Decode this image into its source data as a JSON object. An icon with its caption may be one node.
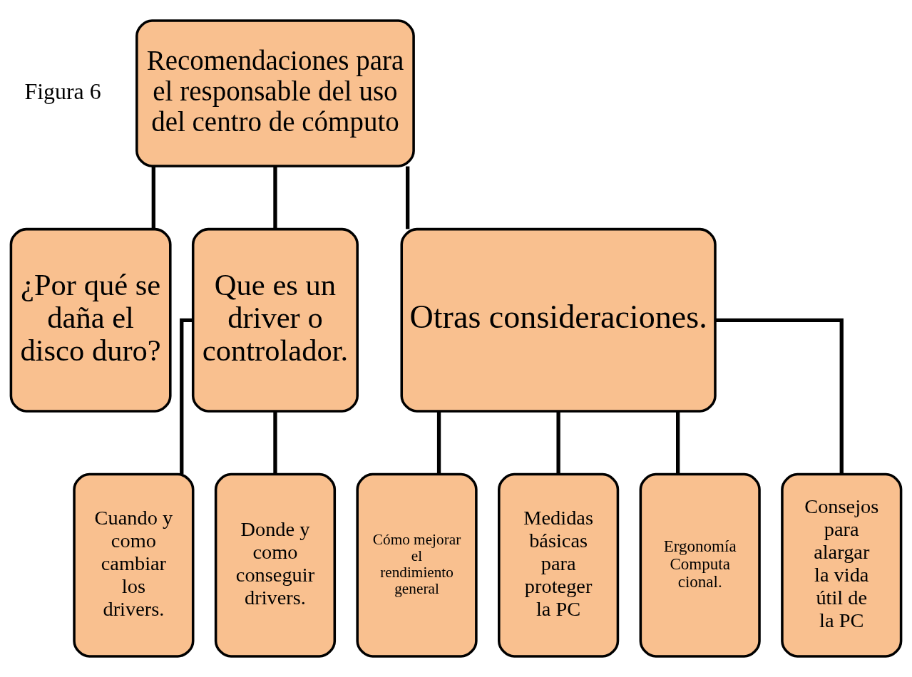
{
  "diagram": {
    "nodes": [
      {
        "text": [
          "Recomendaciones para el responsable del uso del centro de cómputo"
        ]
      },
      {
        "text": [
          "¿Por qué se daña el disco duro?"
        ]
      },
      {
        "text": [
          "Que es un driver o controlador."
        ]
      },
      {
        "text": [
          "Otras consideraciones."
        ]
      },
      {
        "text": [
          "Cuando y como cambiar los drivers."
        ]
      },
      {
        "text": [
          "Donde y como conseguir drivers."
        ]
      },
      {
        "text": [
          "Cómo mejorar el rendimiento general"
        ]
      },
      {
        "text": [
          "Medidas básicas para proteger la PC"
        ]
      },
      {
        "text": [
          "Ergonomía Computa cional."
        ]
      },
      {
        "text": [
          "Consejos para alargar la vida útil de la PC"
        ]
      }
    ],
    "edges": [
      {
        "from": 0,
        "to": 1,
        "arrow": "none"
      },
      {
        "from": 0,
        "to": 2,
        "arrow": "none"
      },
      {
        "from": 0,
        "to": 3,
        "arrow": "none"
      },
      {
        "from": 2,
        "to": 4,
        "arrow": "none"
      },
      {
        "from": 2,
        "to": 5,
        "arrow": "none"
      },
      {
        "from": 3,
        "to": 6,
        "arrow": "none"
      },
      {
        "from": 3,
        "to": 7,
        "arrow": "none"
      },
      {
        "from": 3,
        "to": 8,
        "arrow": "none"
      },
      {
        "from": 3,
        "to": 9,
        "arrow": "none"
      }
    ],
    "labels": [
      "Figura 6"
    ]
  }
}
